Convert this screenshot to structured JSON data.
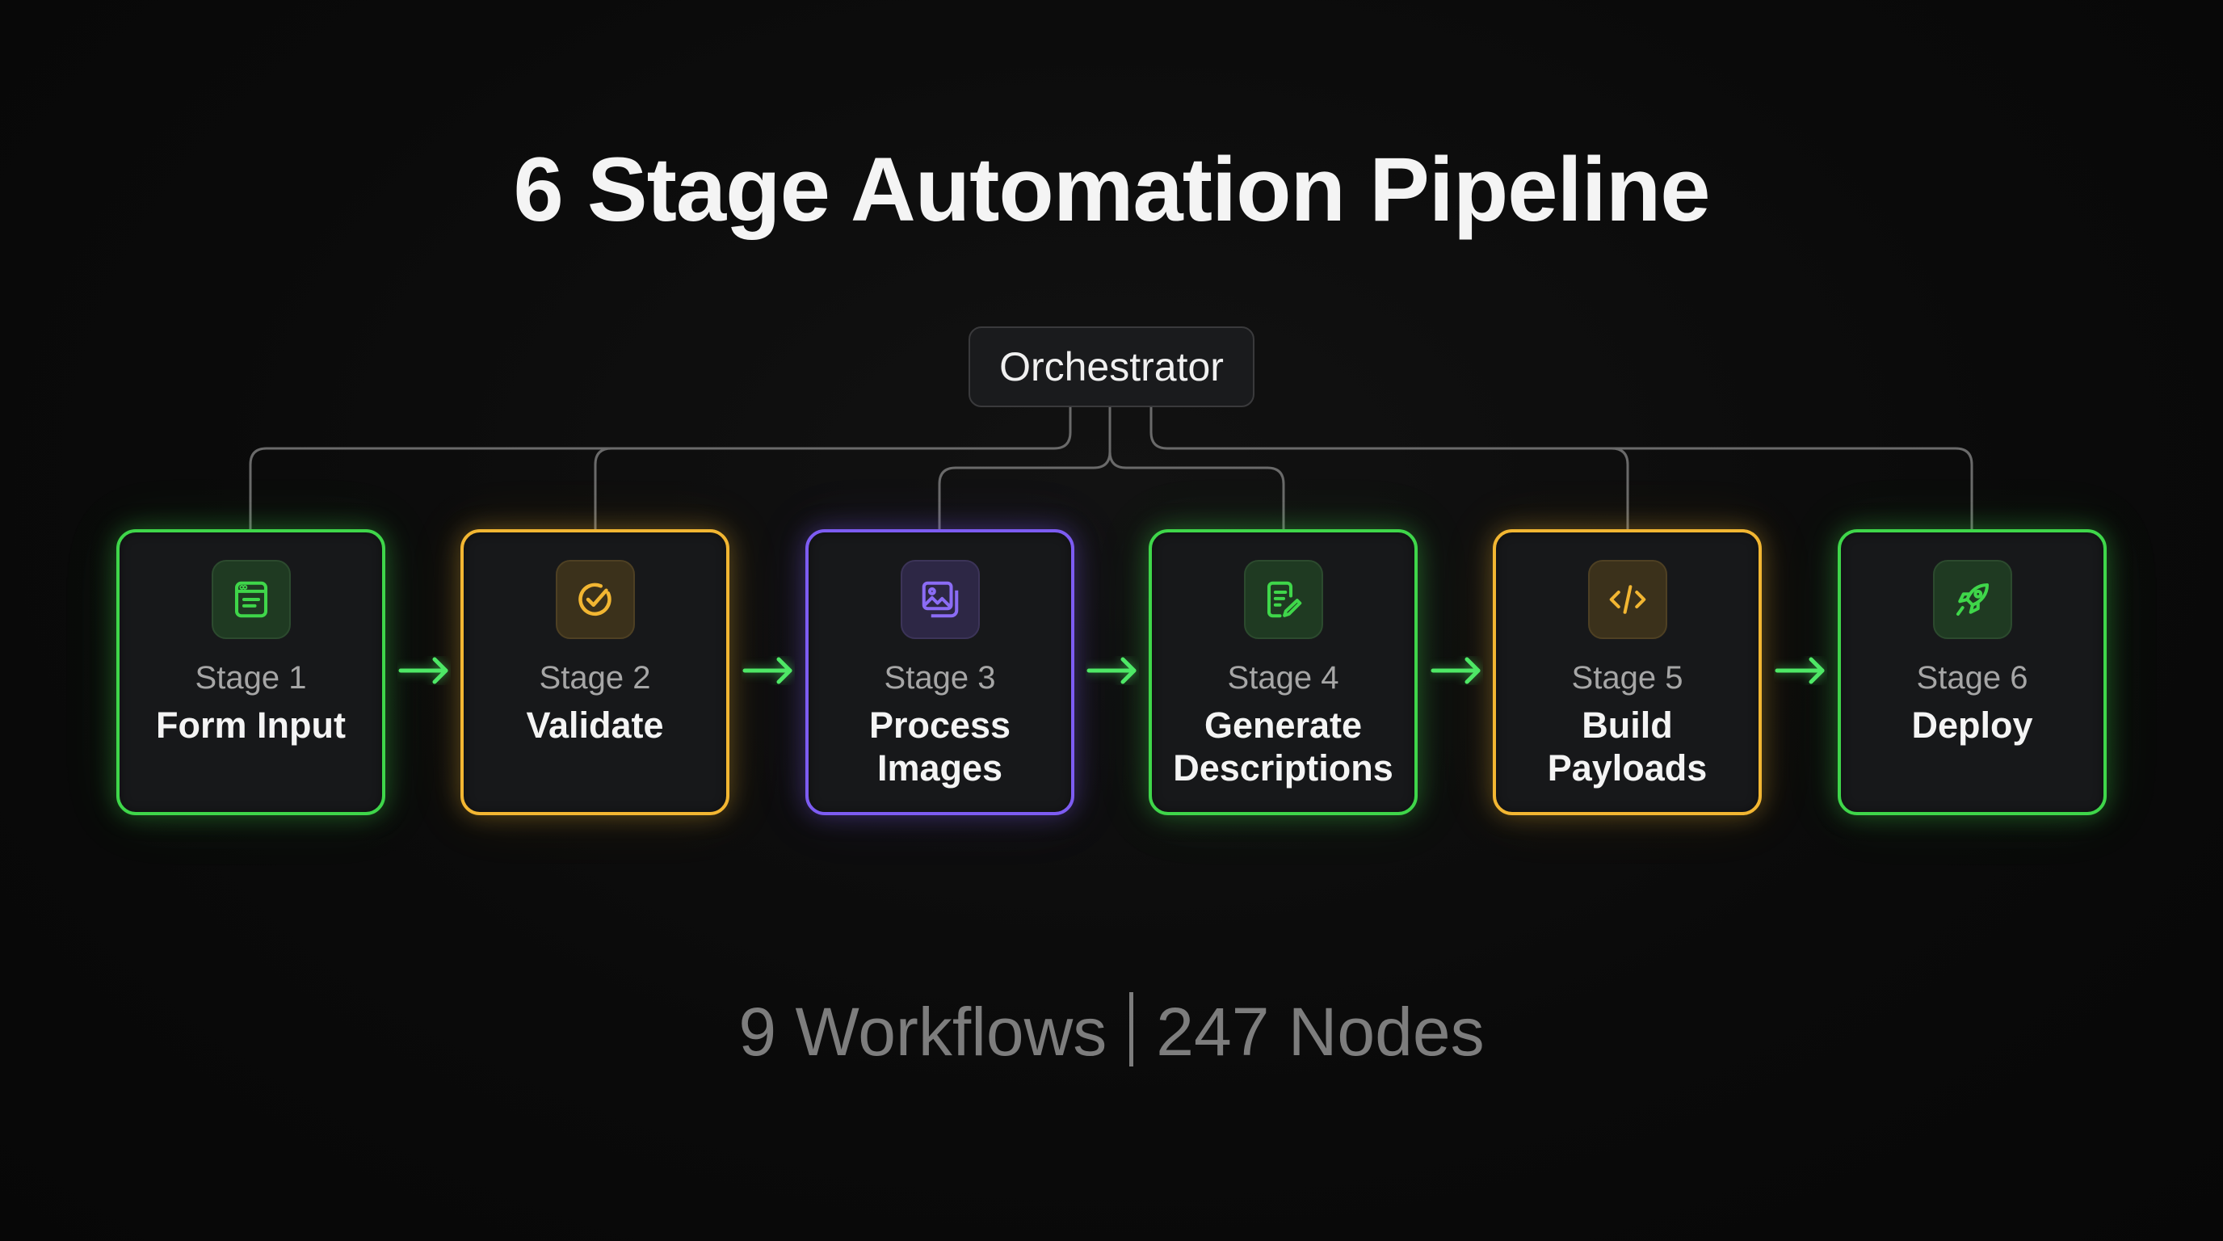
{
  "title": "6 Stage Automation Pipeline",
  "orchestrator": "Orchestrator",
  "colors": {
    "green": "#3fd64a",
    "yellow": "#f2b632",
    "purple": "#7d5cf2",
    "connector": "#6a6a6a"
  },
  "stages": [
    {
      "stage": "Stage 1",
      "name": "Form Input",
      "icon": "form-icon",
      "color": "green"
    },
    {
      "stage": "Stage 2",
      "name": "Validate",
      "icon": "check-circle-icon",
      "color": "yellow"
    },
    {
      "stage": "Stage 3",
      "name": "Process Images",
      "icon": "images-icon",
      "color": "purple"
    },
    {
      "stage": "Stage 4",
      "name": "Generate Descriptions",
      "icon": "document-edit-icon",
      "color": "green"
    },
    {
      "stage": "Stage 5",
      "name": "Build Payloads",
      "icon": "code-icon",
      "color": "yellow"
    },
    {
      "stage": "Stage 6",
      "name": "Deploy",
      "icon": "rocket-icon",
      "color": "green"
    }
  ],
  "footer": {
    "workflows": "9 Workflows",
    "nodes": "247 Nodes"
  }
}
